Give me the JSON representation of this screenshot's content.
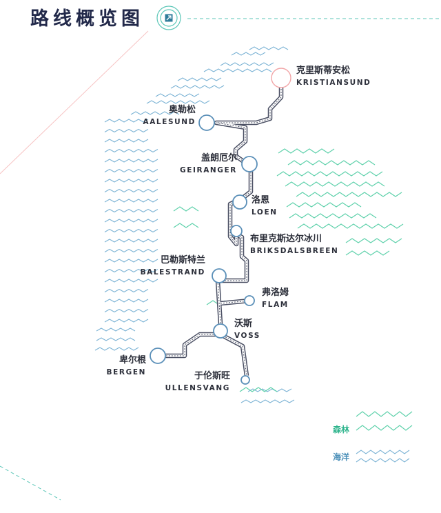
{
  "title": "路线概览图",
  "colors": {
    "forest": "#5fd1ab",
    "ocean": "#7ab2d4",
    "route": "#4a4f63",
    "station": "#5a8fb8",
    "start_station": "#f2a5a7",
    "pink_line": "#f7c4c4",
    "teal_line": "#5bc6b7",
    "title": "#22294a"
  },
  "legend": {
    "forest": "森林",
    "ocean": "海洋"
  },
  "stations": [
    {
      "id": "kristiansund",
      "cn": "克里斯蒂安松",
      "en": "KRISTIANSUND",
      "start": true
    },
    {
      "id": "aalesund",
      "cn": "奥勒松",
      "en": "AALESUND"
    },
    {
      "id": "geiranger",
      "cn": "盖朗厄尔",
      "en": "GEIRANGER"
    },
    {
      "id": "loen",
      "cn": "洛恩",
      "en": "LOEN"
    },
    {
      "id": "briksdalsbreen",
      "cn": "布里克斯达尔冰川",
      "en": "BRIKSDALSBREEN"
    },
    {
      "id": "balestrand",
      "cn": "巴勒斯特兰",
      "en": "BALESTRAND"
    },
    {
      "id": "flam",
      "cn": "弗洛姆",
      "en": "FLAM"
    },
    {
      "id": "voss",
      "cn": "沃斯",
      "en": "VOSS"
    },
    {
      "id": "bergen",
      "cn": "卑尔根",
      "en": "BERGEN"
    },
    {
      "id": "ullensvang",
      "cn": "于伦斯旺",
      "en": "ULLENSVANG"
    }
  ]
}
